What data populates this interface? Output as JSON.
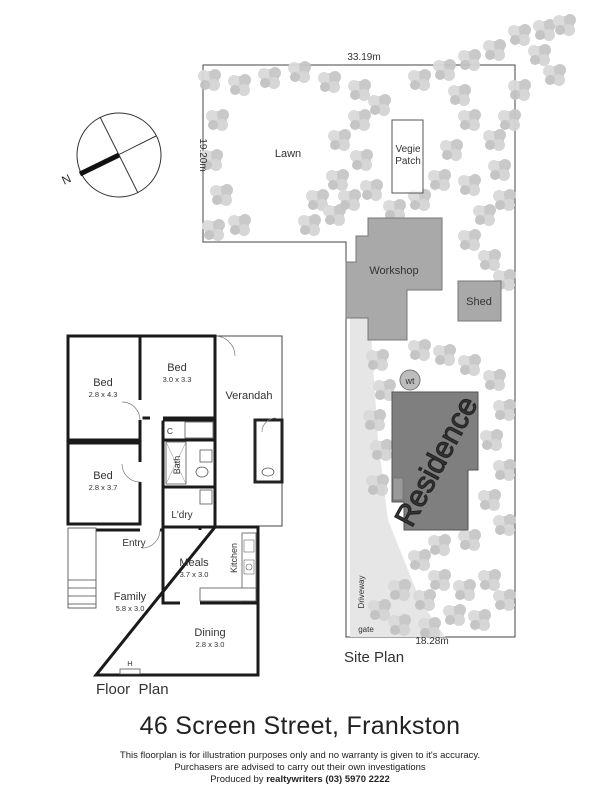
{
  "site_plan": {
    "title": "Site Plan",
    "dim_top": "33.19m",
    "dim_left": "19.20m",
    "dim_bottom": "18.28m",
    "areas": {
      "lawn": "Lawn",
      "vegie_line1": "Vegie",
      "vegie_line2": "Patch",
      "workshop": "Workshop",
      "shed": "Shed",
      "residence": "Residence",
      "wt": "wt",
      "driveway": "Driveway",
      "gate": "gate"
    },
    "compass": "N"
  },
  "floor_plan": {
    "title": "Floor  Plan",
    "rooms": {
      "bed1": {
        "name": "Bed",
        "size": "2.8 x 4.3"
      },
      "bed2": {
        "name": "Bed",
        "size": "3.0 x 3.3"
      },
      "bed3": {
        "name": "Bed",
        "size": "2.8 x 3.7"
      },
      "verandah": {
        "name": "Verandah"
      },
      "bath": {
        "name": "Bath"
      },
      "c": {
        "name": "C"
      },
      "ldry": {
        "name": "L'dry"
      },
      "entry": {
        "name": "Entry"
      },
      "meals": {
        "name": "Meals",
        "size": "3.7 x 3.0"
      },
      "kitchen": {
        "name": "Kitchen"
      },
      "family": {
        "name": "Family",
        "size": "5.8 x 3.0"
      },
      "dining": {
        "name": "Dining",
        "size": "2.8 x 3.0"
      },
      "heater": {
        "name": "H"
      }
    }
  },
  "footer": {
    "address": "46 Screen Street, Frankston",
    "disclaimer_1": "This floorplan is for illustration purposes only and no warranty is given to it's accuracy.",
    "disclaimer_2": "Purchasers are advised to carry out their own investigations",
    "produced_prefix": "Produced by ",
    "produced_by": "realtywriters (03) 5970 2222"
  }
}
